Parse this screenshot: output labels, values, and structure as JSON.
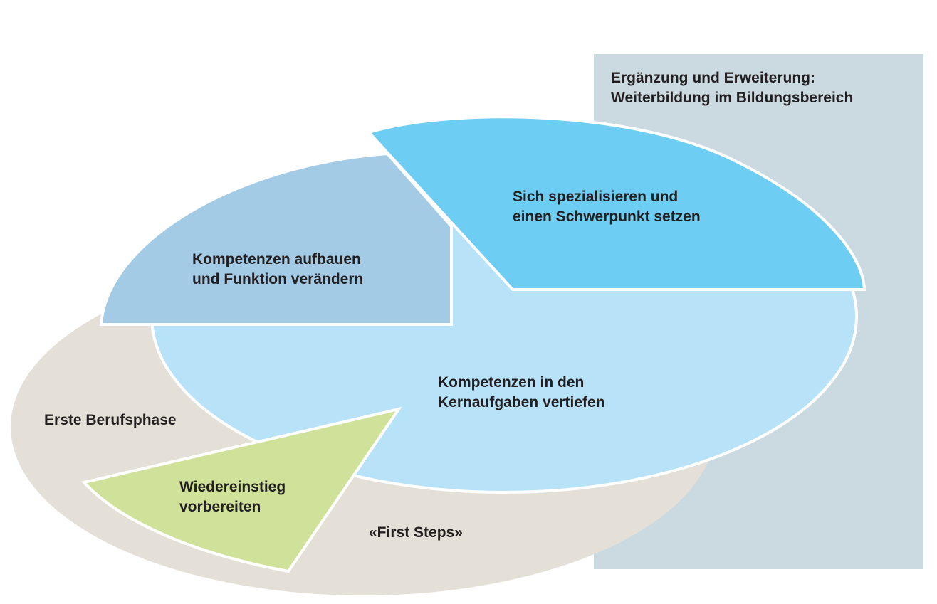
{
  "diagram": {
    "title": "Weiterbildungsmodell",
    "panel": {
      "line1": "Ergänzung und Erweiterung:",
      "line2": "Weiterbildung im Bildungsbereich",
      "color": "#cbdae1"
    },
    "outer_ring": {
      "label_left": "Erste Berufsphase",
      "label_bottom": "«First Steps»",
      "color": "#e4e0d8"
    },
    "core": {
      "line1": "Kompetenzen in den",
      "line2": "Kernaufgaben vertiefen",
      "color": "#b7e2f8"
    },
    "build": {
      "line1": "Kompetenzen aufbauen",
      "line2": "und Funktion verändern",
      "color": "#a4cbe6"
    },
    "specialize": {
      "line1": "Sich spezialisieren und",
      "line2": "einen Schwerpunkt setzen",
      "color": "#6dcdf3"
    },
    "reentry": {
      "line1": "Wiedereinstieg",
      "line2": "vorbereiten",
      "color": "#d0e29a"
    },
    "separator_color": "#ffffff",
    "text_color": "#231f20"
  }
}
